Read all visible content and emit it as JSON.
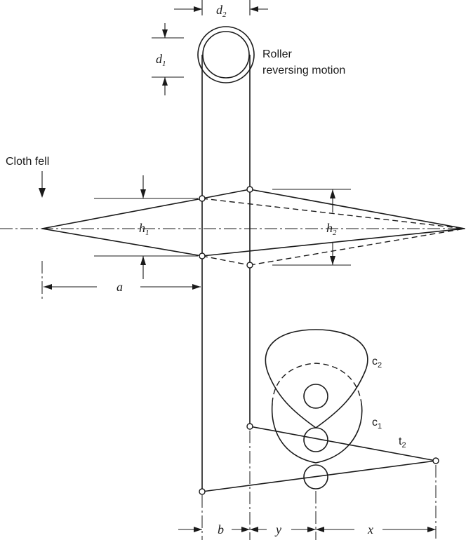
{
  "labels": {
    "roller_line1": "Roller",
    "roller_line2": "reversing motion",
    "cloth_fell": "Cloth fell",
    "d2": "d",
    "d2_sub": "2",
    "d1": "d",
    "d1_sub": "1",
    "h1": "h",
    "h1_sub": "1",
    "h2": "h",
    "h2_sub": "2",
    "a": "a",
    "b": "b",
    "y": "y",
    "x": "x",
    "c2": "c",
    "c2_sub": "2",
    "c1": "c",
    "c1_sub": "1",
    "t2": "t",
    "t2_sub": "2"
  }
}
